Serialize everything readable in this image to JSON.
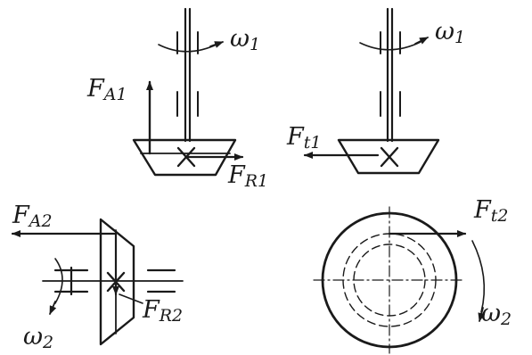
{
  "diagram": {
    "views": {
      "pinion_axial": {
        "omega": "ω",
        "omega_sub": "1",
        "axial_force": "F",
        "axial_force_sub": "A1",
        "radial_force": "F",
        "radial_force_sub": "R1"
      },
      "pinion_tangential": {
        "omega": "ω",
        "omega_sub": "1",
        "tangential_force": "F",
        "tangential_force_sub": "t1"
      },
      "gear_side": {
        "axial_force": "F",
        "axial_force_sub": "A2",
        "radial_force": "F",
        "radial_force_sub": "R2",
        "omega": "ω",
        "omega_sub": "2"
      },
      "gear_face": {
        "tangential_force": "F",
        "tangential_force_sub": "t2",
        "omega": "ω",
        "omega_sub": "2"
      }
    },
    "ink_color": "#1a1a1a",
    "background": "#ffffff"
  }
}
